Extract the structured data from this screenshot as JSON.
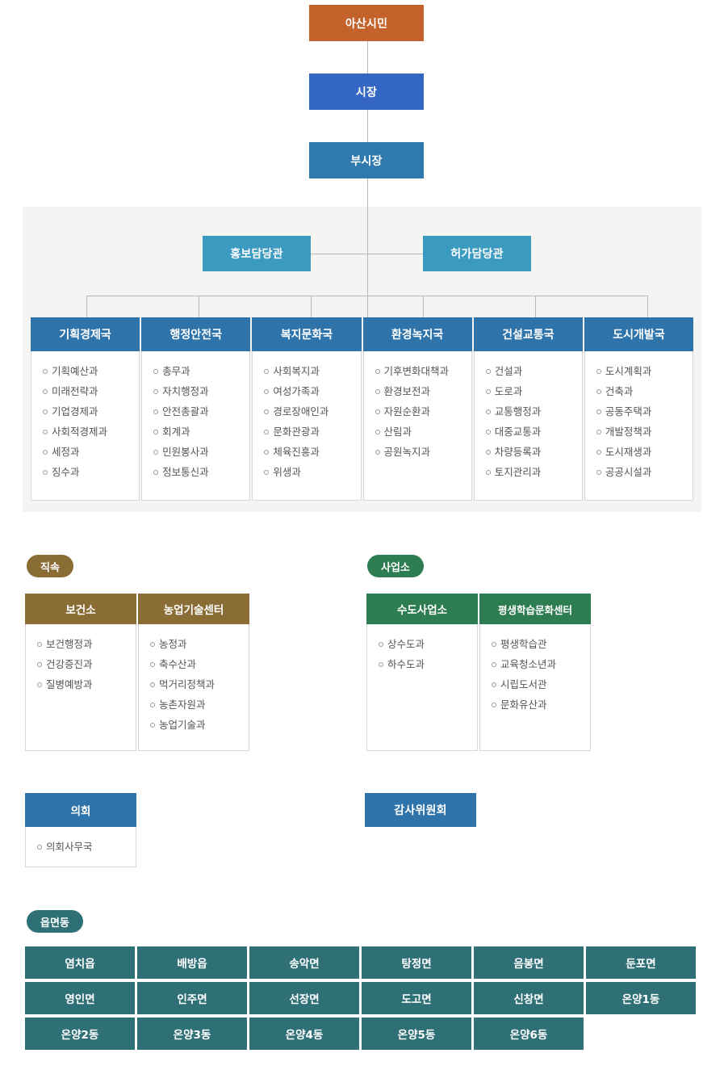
{
  "colors": {
    "citizen": "#c4622b",
    "mayor": "#3466c4",
    "vice_mayor": "#2f79ae",
    "officer": "#3b9ac0",
    "bureau": "#2e74ab",
    "direct": "#8a6d35",
    "office": "#2e7d52",
    "town": "#2f7077",
    "panel": "#f4f4f2",
    "line": "#b9b9b9"
  },
  "top": {
    "citizen": "아산시민",
    "mayor": "시장",
    "vice_mayor": "부시장"
  },
  "officers": [
    {
      "label": "홍보담당관"
    },
    {
      "label": "허가담당관"
    }
  ],
  "bureaus": [
    {
      "head": "기획경제국",
      "depts": [
        "기획예산과",
        "미래전략과",
        "기업경제과",
        "사회적경제과",
        "세정과",
        "징수과"
      ]
    },
    {
      "head": "행정안전국",
      "depts": [
        "총무과",
        "자치행정과",
        "안전총괄과",
        "회계과",
        "민원봉사과",
        "정보통신과"
      ]
    },
    {
      "head": "복지문화국",
      "depts": [
        "사회복지과",
        "여성가족과",
        "경로장애인과",
        "문화관광과",
        "체육진흥과",
        "위생과"
      ]
    },
    {
      "head": "환경녹지국",
      "depts": [
        "기후변화대책과",
        "환경보전과",
        "자원순환과",
        "산림과",
        "공원녹지과"
      ]
    },
    {
      "head": "건설교통국",
      "depts": [
        "건설과",
        "도로과",
        "교통행정과",
        "대중교통과",
        "차량등록과",
        "토지관리과"
      ]
    },
    {
      "head": "도시개발국",
      "depts": [
        "도시계획과",
        "건축과",
        "공동주택과",
        "개발정책과",
        "도시재생과",
        "공공시설과"
      ]
    }
  ],
  "direct": {
    "pill": "직속",
    "groups": [
      {
        "head": "보건소",
        "depts": [
          "보건행정과",
          "건강증진과",
          "질병예방과"
        ]
      },
      {
        "head": "농업기술센터",
        "depts": [
          "농정과",
          "축수산과",
          "먹거리정책과",
          "농촌자원과",
          "농업기술과"
        ]
      }
    ]
  },
  "office": {
    "pill": "사업소",
    "groups": [
      {
        "head": "수도사업소",
        "depts": [
          "상수도과",
          "하수도과"
        ]
      },
      {
        "head": "평생학습문화센터",
        "depts": [
          "평생학습관",
          "교육청소년과",
          "시립도서관",
          "문화유산과"
        ]
      }
    ]
  },
  "council": {
    "head": "의회",
    "depts": [
      "의회사무국"
    ]
  },
  "audit": {
    "head": "감사위원회"
  },
  "towns": {
    "pill": "읍면동",
    "items": [
      "염치읍",
      "배방읍",
      "송악면",
      "탕정면",
      "음봉면",
      "둔포면",
      "영인면",
      "인주면",
      "선장면",
      "도고면",
      "신창면",
      "온양1동",
      "온양2동",
      "온양3동",
      "온양4동",
      "온양5동",
      "온양6동"
    ]
  }
}
